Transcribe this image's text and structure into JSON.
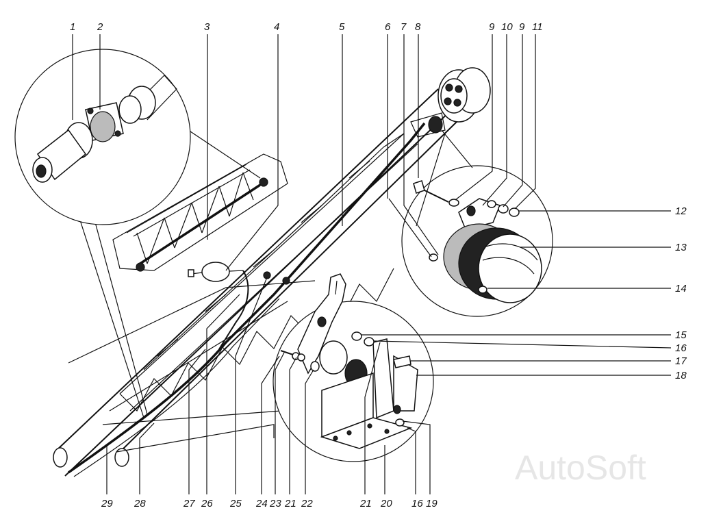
{
  "callouts": {
    "top": [
      "1",
      "2",
      "3",
      "4",
      "5",
      "6",
      "7",
      "8",
      "9",
      "10",
      "9",
      "11"
    ],
    "right": [
      "12",
      "13",
      "14",
      "15",
      "16",
      "17",
      "18"
    ],
    "bottom": [
      "29",
      "28",
      "27",
      "26",
      "25",
      "24",
      "23",
      "21",
      "22",
      "21",
      "20",
      "16",
      "19"
    ]
  },
  "watermark": "AutoSoft"
}
